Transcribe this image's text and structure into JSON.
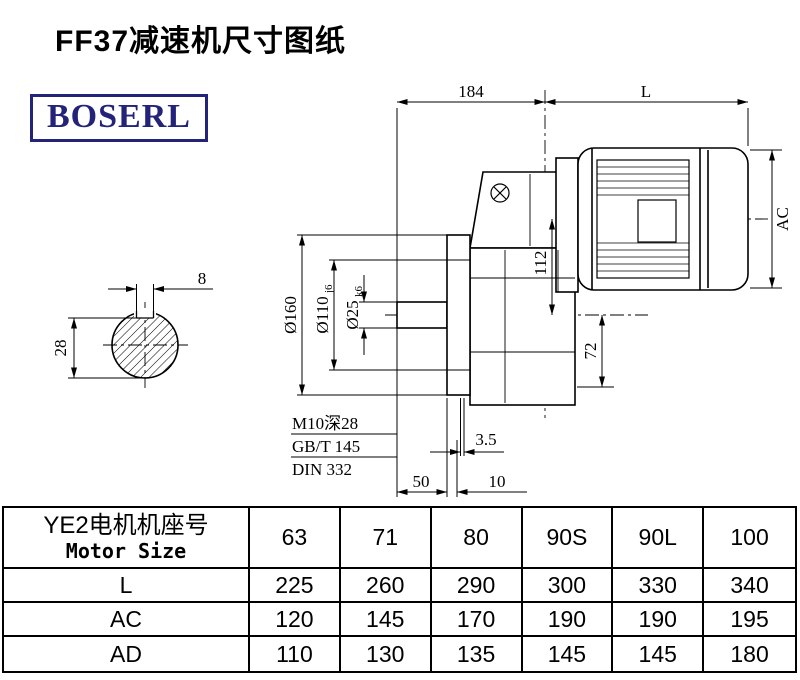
{
  "title": "FF37减速机尺寸图纸",
  "logo_text": "BOSERL",
  "drawing": {
    "dim_184": "184",
    "dim_L": "L",
    "dim_AC": "AC",
    "dim_8": "8",
    "dim_28": "28",
    "dim_160": "Ø160",
    "dim_110": "Ø110",
    "dim_110_tol": "j6",
    "dim_25": "Ø25",
    "dim_25_tol": "k6",
    "dim_112": "112",
    "dim_72": "72",
    "note_thread": "M10深28",
    "note_gb": "GB/T 145",
    "note_din": "DIN 332",
    "dim_3_5": "3.5",
    "dim_50": "50",
    "dim_10": "10"
  },
  "table": {
    "header_cn": "YE2电机机座号",
    "header_en": "Motor Size",
    "columns": [
      "63",
      "71",
      "80",
      "90S",
      "90L",
      "100"
    ],
    "rows": [
      {
        "label": "L",
        "values": [
          "225",
          "260",
          "290",
          "300",
          "330",
          "340"
        ]
      },
      {
        "label": "AC",
        "values": [
          "120",
          "145",
          "170",
          "190",
          "190",
          "195"
        ]
      },
      {
        "label": "AD",
        "values": [
          "110",
          "130",
          "135",
          "145",
          "145",
          "180"
        ]
      }
    ]
  }
}
